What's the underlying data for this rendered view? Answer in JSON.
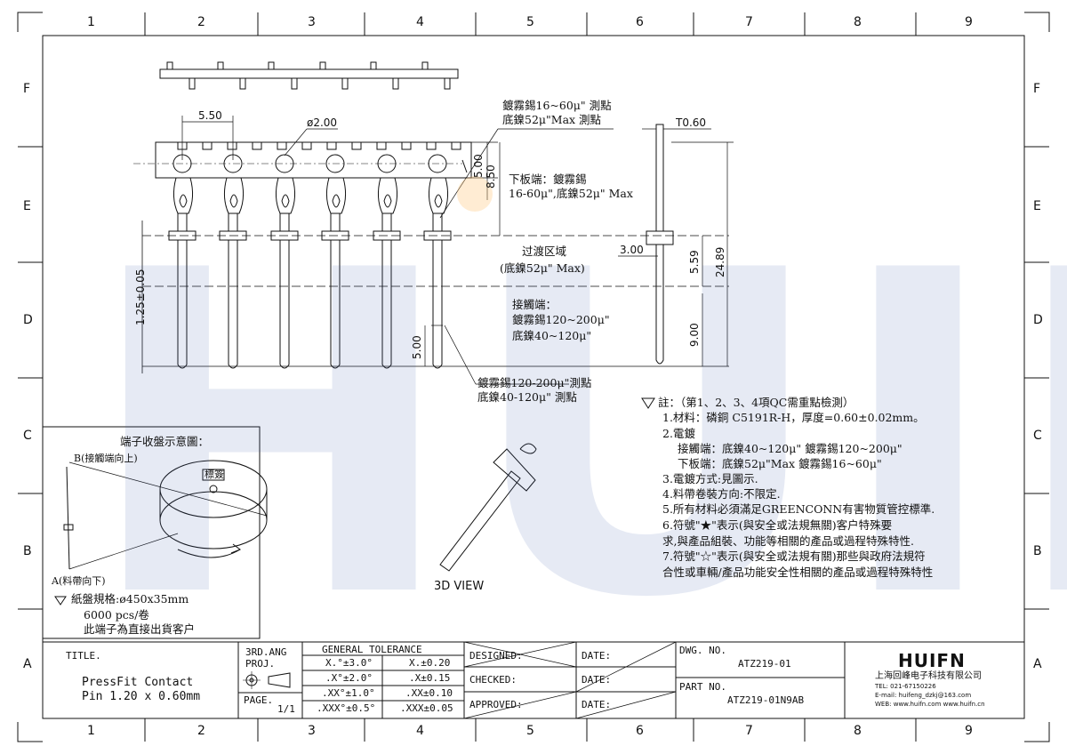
{
  "border": {
    "columns": [
      "1",
      "2",
      "3",
      "4",
      "5",
      "6",
      "7",
      "8",
      "9"
    ],
    "rows": [
      "F",
      "E",
      "D",
      "C",
      "B",
      "A"
    ]
  },
  "watermark": "HUIFN",
  "drawing": {
    "top_callout_line1": "鍍霧錫16~60μ\" 測點",
    "top_callout_line2": "底鎳52μ\"Max 測點",
    "dim_pitch": "5.50",
    "dim_hole": "ø2.00",
    "dim_5_00_top": "5.00",
    "dim_8_50": "8.50",
    "lower_board_line1": "下板端：鍍霧錫",
    "lower_board_line2": "16-60μ\",底鎳52μ\" Max",
    "dim_t060": "T0.60",
    "dim_3_00": "3.00",
    "dim_5_59": "5.59",
    "dim_24_89": "24.89",
    "dim_9_00": "9.00",
    "transition_line1": "过渡区域",
    "transition_line2": "(底鎳52μ\" Max)",
    "contact_line1": "接觸端：",
    "contact_line2": "鍍霧錫120~200μ\"",
    "contact_line3": "底鎳40~120μ\"",
    "dim_1_25": "1.25±0.05",
    "dim_5_00_bottom": "5.00",
    "bottom_callout_line1": "鍍霧錫120-200μ\"測點",
    "bottom_callout_line2": "底鎳40-120μ\" 測點",
    "view_3d_label": "3D VIEW"
  },
  "reel": {
    "title": "端子收盤示意圖：",
    "label_b": "B(接觸端向上)",
    "label_a": "A(料帶向下)",
    "tag": "標簽",
    "spec_line1": "紙盤規格:ø450x35mm",
    "spec_line2": "6000 pcs/卷",
    "spec_line3": "此端子為直接出貨客户"
  },
  "notes": {
    "header": "註：（第1、2、3、4項QC需重點檢測）",
    "items": [
      "1.材料：磷銅 C5191R-H，厚度=0.60±0.02mm。",
      "2.電鍍",
      "接觸端：底鎳40~120μ\"  鍍霧錫120~200μ\"",
      "下板端：底鎳52μ\"Max  鍍霧錫16~60μ\"",
      "3.電鍍方式:見圖示.",
      "4.料帶卷裝方向:不限定.",
      "5.所有材料必須滿足GREENCONN有害物質管控標準.",
      "6.符號\"★\"表示(與安全或法規無關)客户特殊要",
      "求,與產品組裝、功能等相關的產品或過程特殊特性.",
      "7.符號\"☆\"表示(與安全或法規有關)那些與政府法規符",
      "合性或車輛/產品功能安全性相關的產品或過程特殊特性"
    ]
  },
  "title_block": {
    "title_label": "TITLE.",
    "title_line1": "PressFit  Contact",
    "title_line2": "Pin  1.20  x  0.60mm",
    "projection_line1": "3RD.ANG",
    "projection_line2": "PROJ.",
    "page_label": "PAGE.",
    "page_value": "1/1",
    "tolerance_title": "GENERAL  TOLERANCE",
    "tolerance_rows": [
      [
        "X.°±3.0°",
        "X.±0.20"
      ],
      [
        ".X°±2.0°",
        ".X±0.15"
      ],
      [
        ".XX°±1.0°",
        ".XX±0.10"
      ],
      [
        ".XXX°±0.5°",
        ".XXX±0.05"
      ]
    ],
    "designed": "DESIGNED:",
    "checked": "CHECKED:",
    "approved": "APPROVED:",
    "date": "DATE:",
    "dwg_no_label": "DWG. NO.",
    "dwg_no": "ATZ219-01",
    "part_no_label": "PART NO.",
    "part_no": "ATZ219-01N9AB",
    "company_logo": "HUIFN",
    "company_name": "上海回峰电子科技有限公司",
    "company_tel": "TEL: 021-67150226",
    "company_email": "E-mail: huifeng_dzkj@163.com",
    "company_web": "WEB: www.huifn.com  www.huifn.cn"
  }
}
